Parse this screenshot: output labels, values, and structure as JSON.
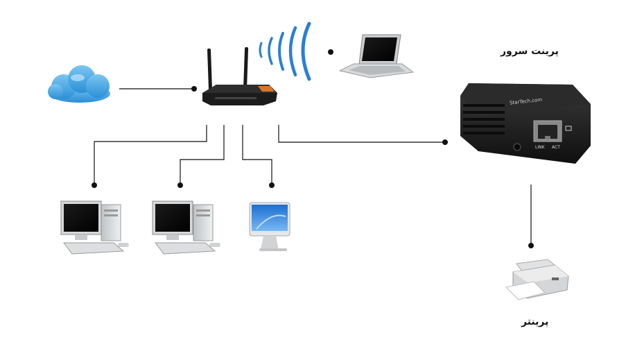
{
  "labels": {
    "print_server": "پرینت سرور",
    "printer": "پرینتر"
  },
  "devices": {
    "server_brand": "StarTech.com",
    "port_link": "LINK",
    "port_act": "ACT"
  },
  "colors": {
    "line": "#333333",
    "cloud": "#3aa0e0",
    "wifi": "#2a7fd8",
    "router": "#1c1c1c",
    "server_body": "#1a1a1a"
  }
}
